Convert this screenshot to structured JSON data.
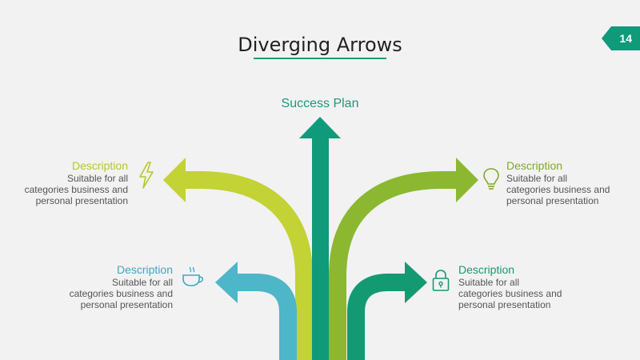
{
  "title": "Diverging Arrows",
  "page_number": "14",
  "center_label": "Success Plan",
  "colors": {
    "teal": "#0f9a7a",
    "lime": "#c3d234",
    "green": "#8bb830",
    "sky": "#4db6c8",
    "green_dark": "#149a72"
  },
  "items": [
    {
      "heading": "Description",
      "text1": "Suitable for all",
      "text2": "categories business and",
      "text3": "personal presentation",
      "icon": "lightning-icon"
    },
    {
      "heading": "Description",
      "text1": "Suitable for all",
      "text2": "categories business and",
      "text3": "personal presentation",
      "icon": "lightbulb-icon"
    },
    {
      "heading": "Description",
      "text1": "Suitable for all",
      "text2": "categories business and",
      "text3": "personal presentation",
      "icon": "coffee-cup-icon"
    },
    {
      "heading": "Description",
      "text1": "Suitable for all",
      "text2": "categories business and",
      "text3": "personal presentation",
      "icon": "padlock-icon"
    }
  ]
}
